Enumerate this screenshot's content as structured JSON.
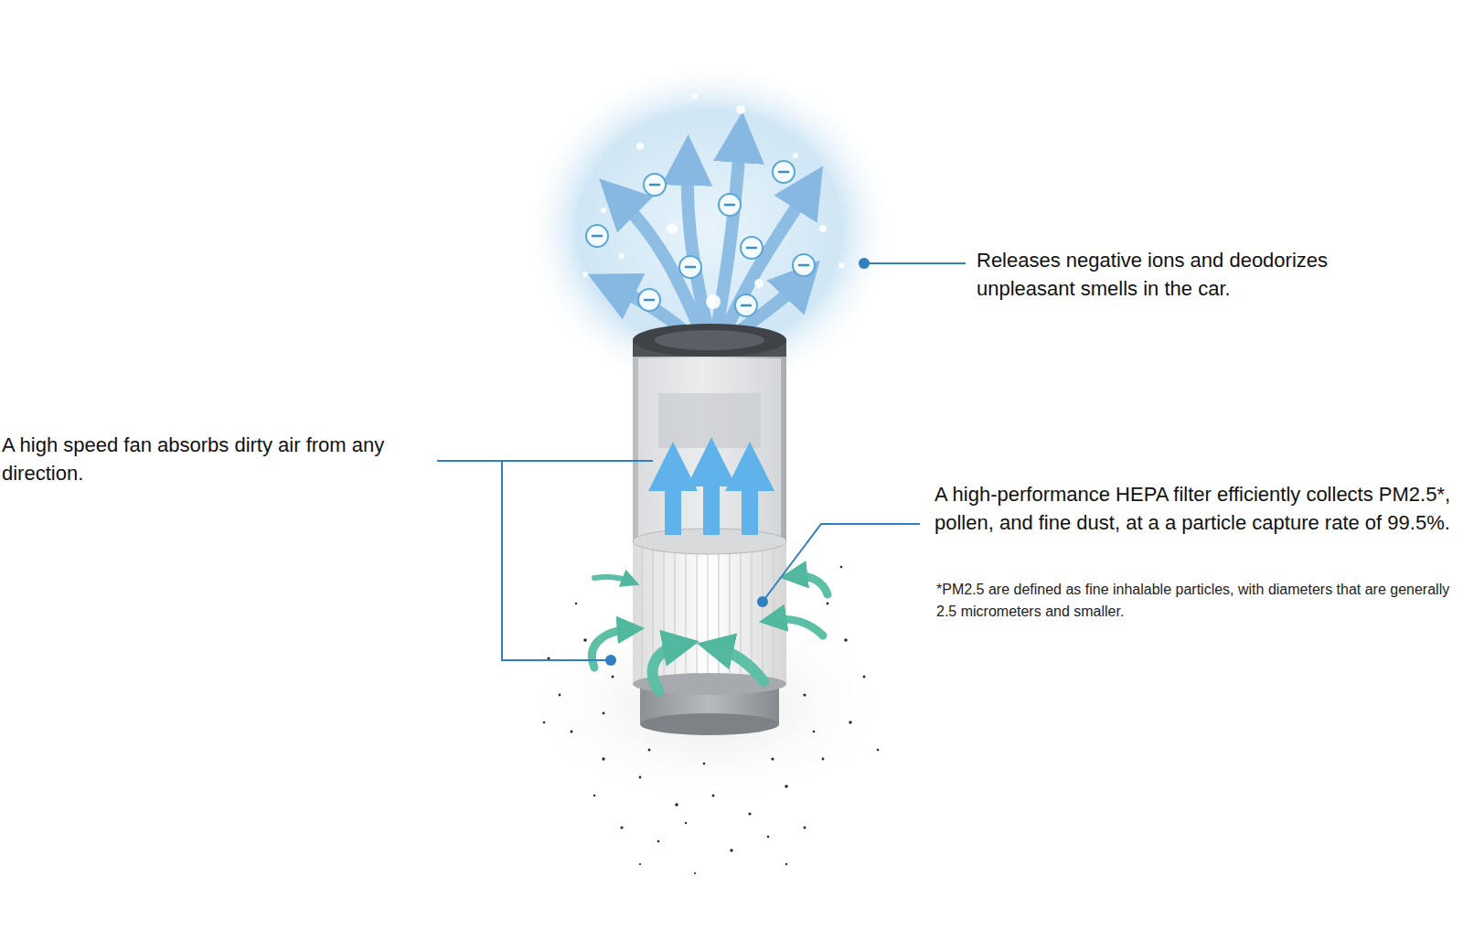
{
  "diagram": {
    "labels": [
      "Releases negative ions and deodorizes unpleasant smells in the car.",
      "A high speed fan absorbs dirty air from any direction.",
      "A high-performance HEPA filter efficiently collects PM2.5*, pollen, and fine dust, at a a particle capture rate of 99.5%.",
      "*PM2.5 are defined as fine inhalable particles, with diameters that are generally 2.5 micrometers and smaller."
    ]
  }
}
